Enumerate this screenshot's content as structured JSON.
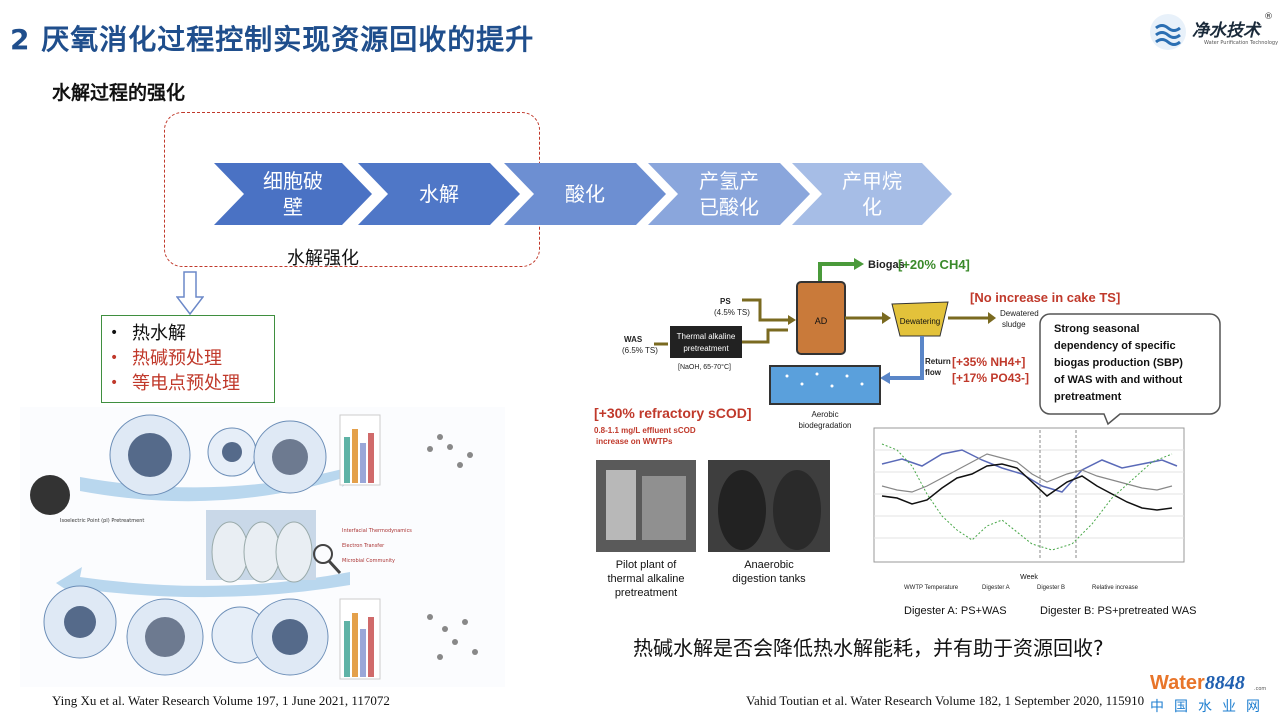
{
  "slide": {
    "title": "2 厌氧消化过程控制实现资源回收的提升",
    "subtitle": "水解过程的强化"
  },
  "logo": {
    "name": "净水技术",
    "sub": "Water Purification Technology",
    "reg": "®"
  },
  "process": {
    "steps": [
      "细胞破\n壁",
      "水解",
      "酸化",
      "产氢产\n已酸化",
      "产甲烷\n化"
    ],
    "colors": [
      "#4a72c4",
      "#4f77c7",
      "#6d8fd2",
      "#8aa6dc",
      "#a6bde6"
    ],
    "enhancement_label": "水解强化"
  },
  "methods": {
    "items": [
      {
        "text": "热水解",
        "color": "#111111"
      },
      {
        "text": "热碱预处理",
        "color": "#c0392b"
      },
      {
        "text": "等电点预处理",
        "color": "#c0392b"
      }
    ]
  },
  "left_figure": {
    "labels": [
      "Isoelectric Point (pI) Pretreatment",
      "Interfacial Thermodynamics",
      "Electron Transfer",
      "Microbial Community"
    ]
  },
  "right_figure": {
    "biogas": "Biogas",
    "biogas_gain": "[+20% CH4]",
    "ps": "PS",
    "ps_ts": "(4.5% TS)",
    "was": "WAS",
    "was_ts": "(6.5% TS)",
    "pretreat_line1": "Thermal alkaline",
    "pretreat_line2": "pretreatment",
    "pretreat_cond": "[NaOH, 65-70°C]",
    "ad": "AD",
    "dewatering": "Dewatering",
    "cake": "[No increase in cake TS]",
    "dewatered": "Dewatered",
    "sludge": "sludge",
    "return": "Return",
    "flow": "flow",
    "nh4": "[+35% NH4+]",
    "po4": "[+17% PO43-]",
    "aerobic1": "Aerobic",
    "aerobic2": "biodegradation",
    "scod": "[+30% refractory sCOD]",
    "scod_note1": "0.8-1.1 mg/L effluent sCOD",
    "scod_note2": "increase on WWTPs",
    "callout": [
      "Strong seasonal",
      "dependency of specific",
      "biogas production (SBP)",
      "of WAS with and without",
      "pretreatment"
    ],
    "photo1_caption": [
      "Pilot plant of",
      "thermal alkaline",
      "pretreatment"
    ],
    "photo2_caption": [
      "Anaerobic",
      "digestion tanks"
    ],
    "chart_xlabel": "Week",
    "chart_legend": [
      "WWTP Temperature",
      "Digester A",
      "Digester B",
      "Relative increase"
    ],
    "digester_a": "Digester A: PS+WAS",
    "digester_b": "Digester B: PS+pretreated WAS"
  },
  "conclusion": "热碱水解是否会降低热水解能耗，并有助于资源回收?",
  "refs": {
    "left": "Ying Xu et al. Water Research Volume 197, 1 June 2021, 117072",
    "right": "Vahid Toutian et al. Water Research Volume 182, 1 September 2020, 115910"
  },
  "watermark": {
    "brand": "Water",
    "num": "8848",
    "com": ".com",
    "cn": "中国水业网"
  }
}
